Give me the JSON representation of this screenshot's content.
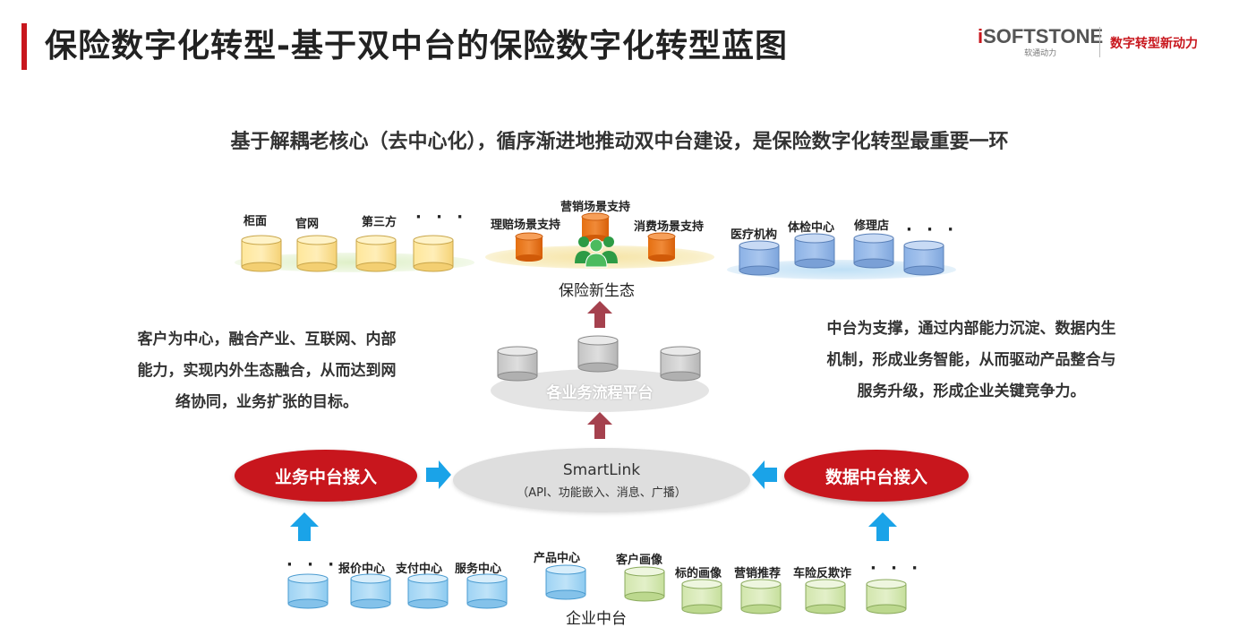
{
  "header": {
    "title": "保险数字化转型-基于双中台的保险数字化转型蓝图",
    "logo_i": "i",
    "logo_main": "SOFTSTONE",
    "logo_sub": "软通动力",
    "slogan": "数字转型新动力",
    "accent_color": "#c8161d"
  },
  "subtitle": "基于解耦老核心（去中心化），循序渐进地推动双中台建设，是保险数字化转型最重要一环",
  "ecosystem": {
    "left_group": {
      "items": [
        "柜面",
        "官网",
        "第三方"
      ],
      "dots": "· · ·",
      "color": "#ffe08a"
    },
    "center_group": {
      "items": [
        "理赔场景支持",
        "营销场景支持",
        "消费场景支持"
      ],
      "color": "#e8741a",
      "people_icon": "people-group-icon"
    },
    "right_group": {
      "items": [
        "医疗机构",
        "体检中心",
        "修理店"
      ],
      "dots": "· · ·",
      "color": "#90b6e8"
    },
    "label": "保险新生态"
  },
  "left_text": [
    "客户为中心，融合产业、互联网、内部",
    "能力，实现内外生态融合，从而达到网",
    "络协同，业务扩张的目标。"
  ],
  "right_text": [
    "中台为支撑，通过内部能力沉淀、数据内生",
    "机制，形成业务智能，从而驱动产品整合与",
    "服务升级，形成企业关键竞争力。"
  ],
  "platform": {
    "label": "各业务流程平台",
    "color": "#d9d9d9"
  },
  "smartlink": {
    "title": "SmartLink",
    "sub": "（API、功能嵌入、消息、广播）"
  },
  "business_center": "业务中台接入",
  "data_center": "数据中台接入",
  "enterprise": {
    "label": "企业中台",
    "business_items": [
      "报价中心",
      "支付中心",
      "服务中心",
      "产品中心"
    ],
    "data_items": [
      "客户画像",
      "标的画像",
      "营销推荐",
      "车险反欺诈"
    ],
    "dots_left": "· · ·",
    "dots_right": "· · ·",
    "business_color": "#a9d8f5",
    "data_color": "#d6e8b4"
  },
  "colors": {
    "arrow_up_red": "#a5414e",
    "arrow_blue": "#1aa3e8"
  }
}
